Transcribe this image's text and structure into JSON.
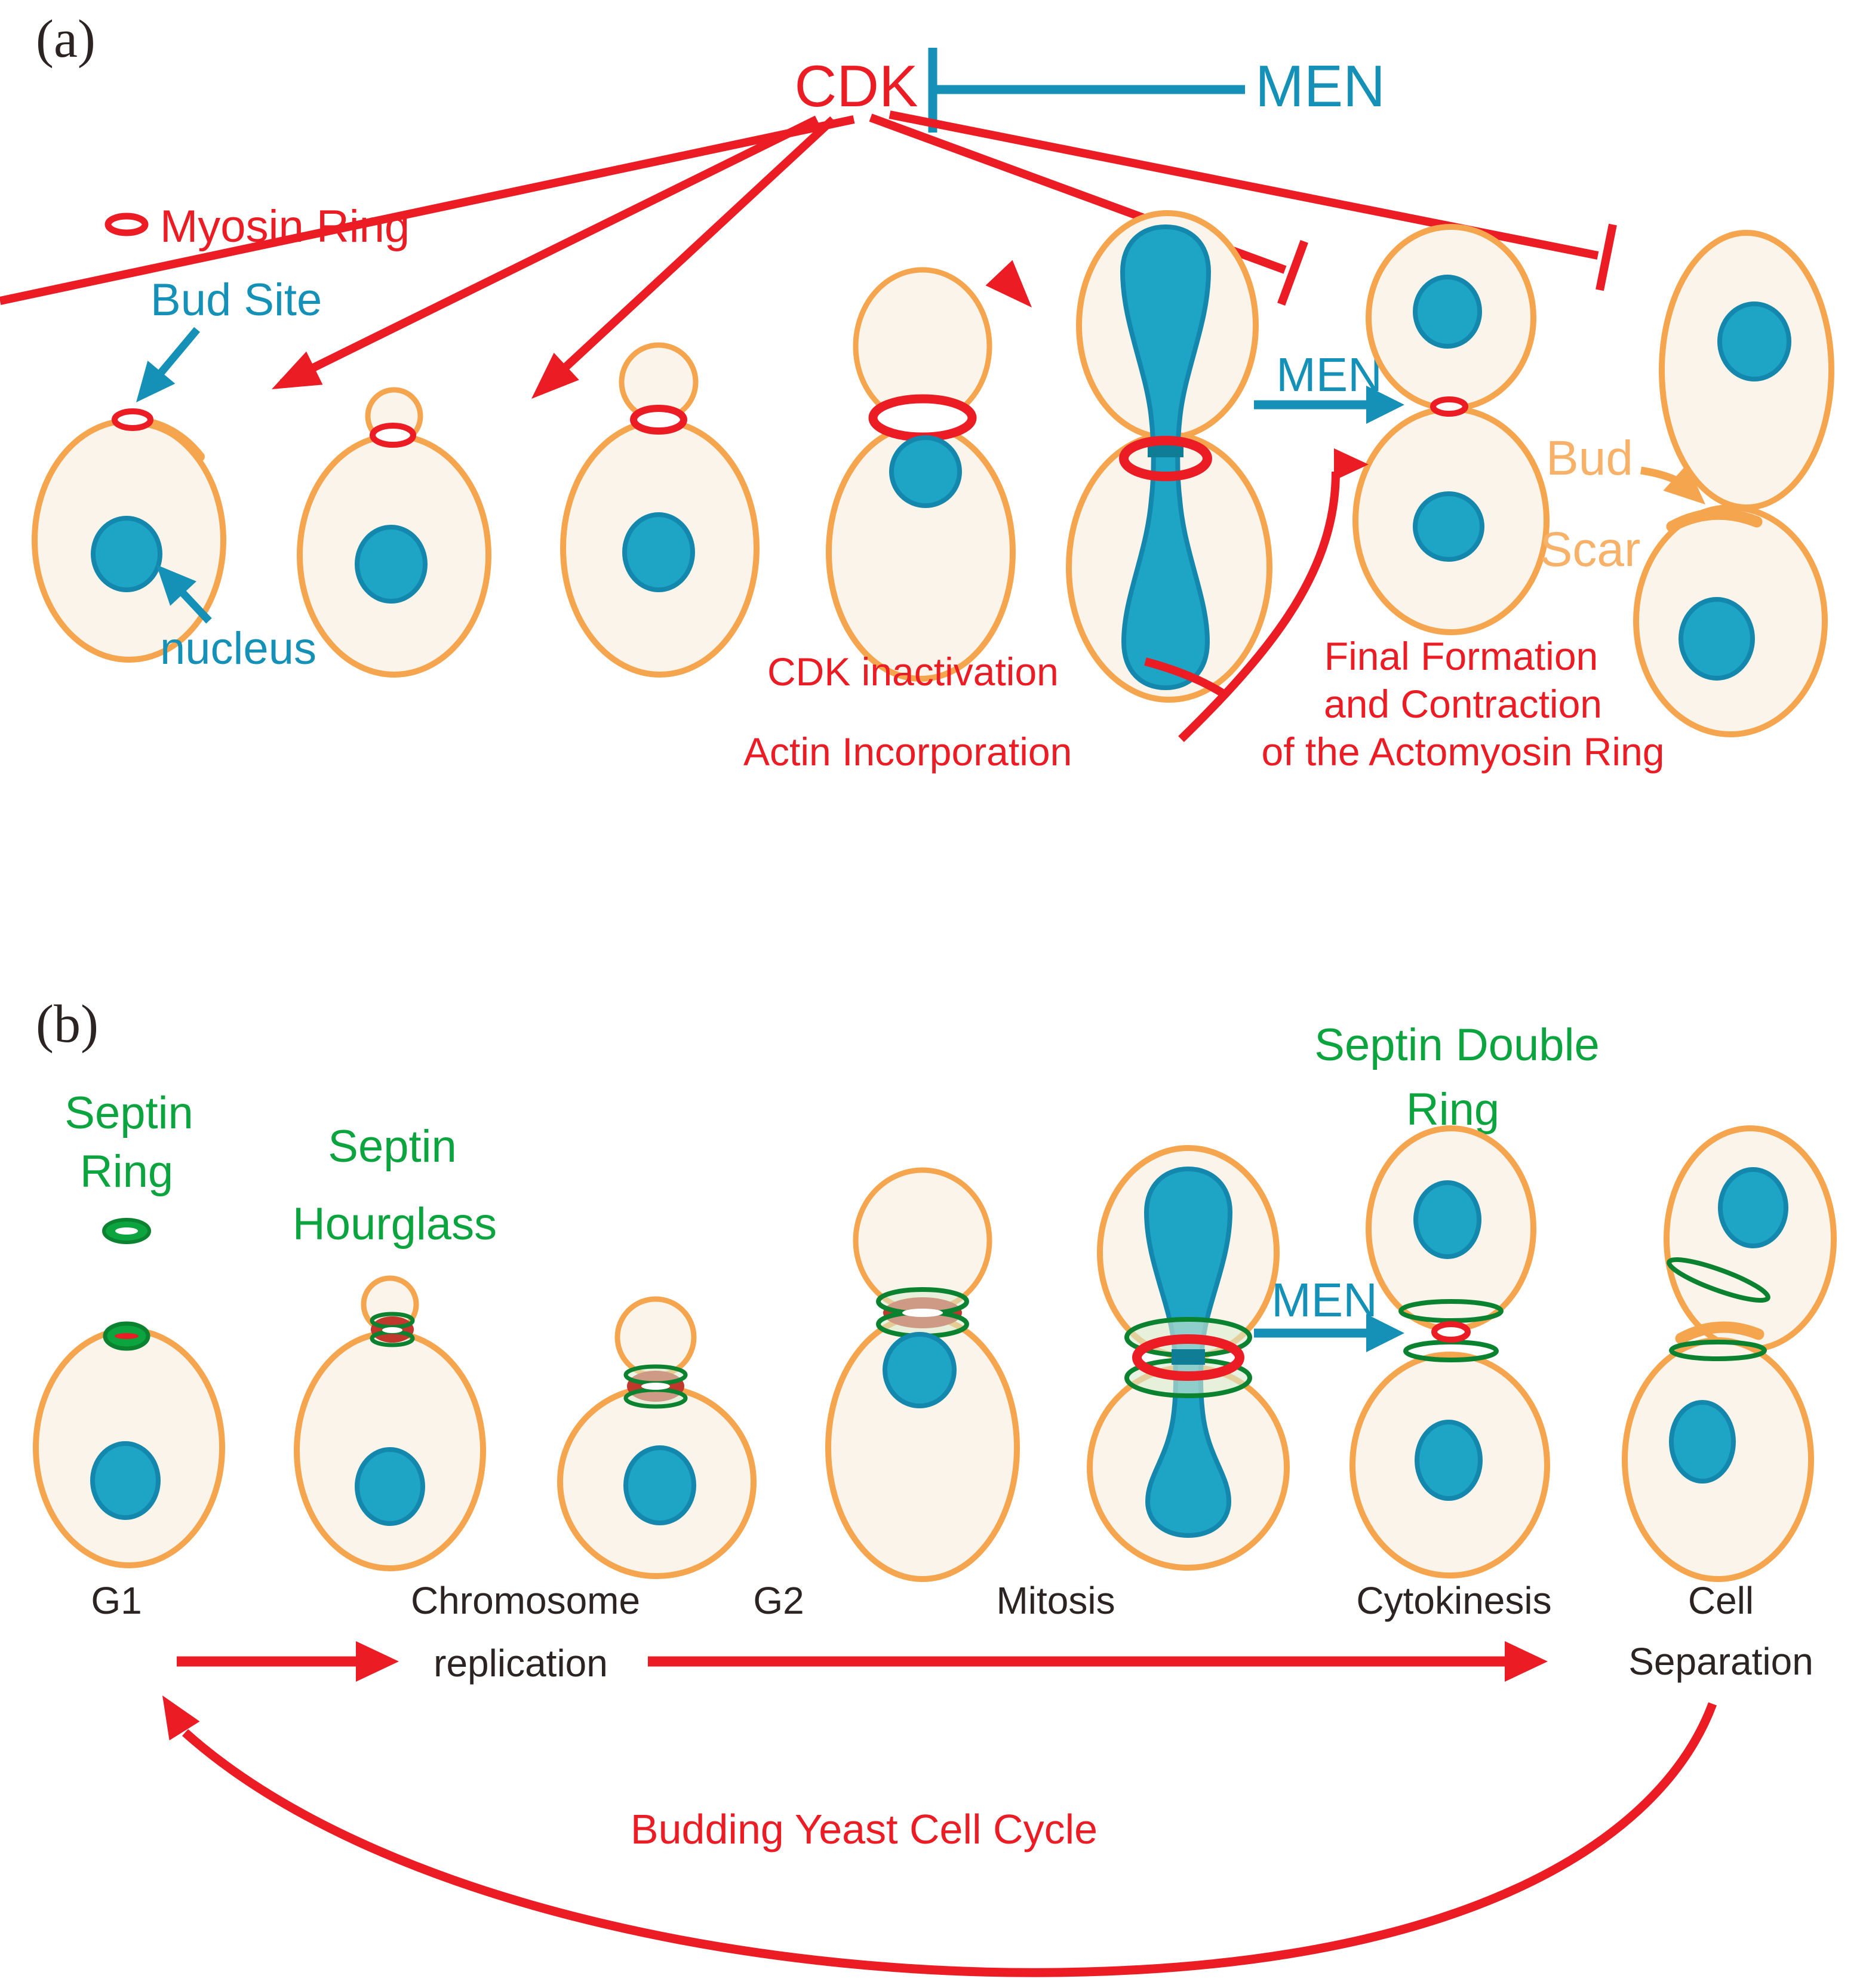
{
  "colors": {
    "red": "#EC1C24",
    "teal": "#1591B8",
    "orange": "#F6A54F",
    "orange_text": "#F8B168",
    "green": "#0CA43E",
    "green_dark": "#0A8230",
    "green_light": "#D8EDD0",
    "cream": "#FBF4EB",
    "nucleus_fill": "#1EA4C4",
    "nucleus_stroke": "#1488AC",
    "brick_red": "#C0372B",
    "dark_band": "#0E7D95",
    "ink": "#2B2423"
  },
  "panel_a": {
    "tag": "(a)",
    "cdk_label": "CDK",
    "men_label": "MEN",
    "legend": {
      "myosin_ring": "Myosin Ring",
      "bud_site": "Bud Site",
      "nucleus": "nucleus"
    },
    "annotations": {
      "men_arrow": "MEN",
      "cdk_inactivation": "CDK inactivation",
      "actin_incorporation": "Actin Incorporation",
      "final_formation": [
        "Final Formation",
        "and Contraction",
        "of the Actomyosin Ring"
      ],
      "bud_scar": [
        "Bud",
        "Scar"
      ]
    }
  },
  "panel_b": {
    "tag": "(b)",
    "legend": {
      "septin_ring": [
        "Septin",
        "Ring"
      ],
      "septin_hourglass": [
        "Septin",
        "Hourglass"
      ],
      "septin_double_ring": [
        "Septin Double",
        "Ring"
      ]
    },
    "men_arrow": "MEN",
    "stages": [
      {
        "lines": [
          "G1"
        ]
      },
      {
        "lines": [
          "Chromosome",
          "replication"
        ]
      },
      {
        "lines": [
          "G2"
        ]
      },
      {
        "lines": [
          "Mitosis"
        ]
      },
      {
        "lines": [
          "Cytokinesis"
        ]
      },
      {
        "lines": [
          "Cell",
          "Separation"
        ]
      }
    ],
    "cycle_label": "Budding Yeast Cell Cycle"
  }
}
